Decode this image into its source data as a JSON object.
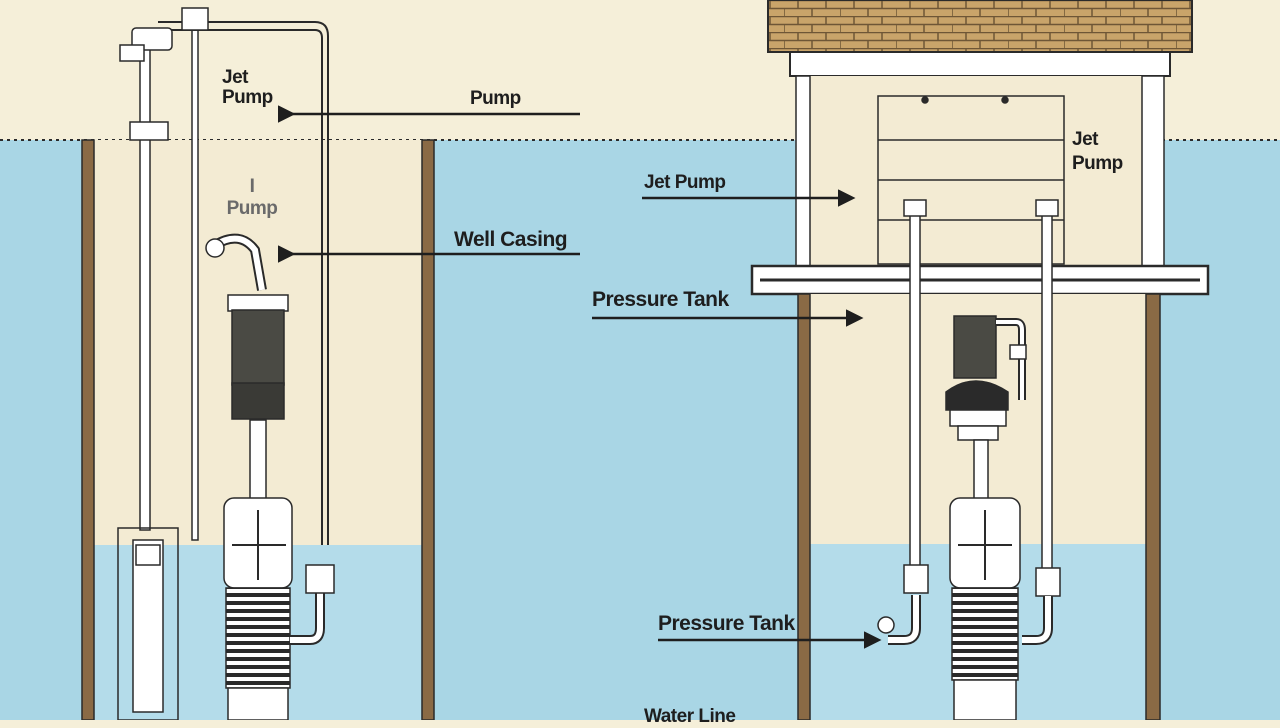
{
  "labels": {
    "left_jet_pump": "Jet\nPump",
    "left_pump_arrow": "Pump",
    "left_inner_pump": "I\nPump",
    "well_casing": "Well Casing",
    "right_jet_pump": "Jet\nPump",
    "right_jet_pump_arrow": "Jet Pump",
    "pressure_tank_upper": "Pressure Tank",
    "pressure_tank_lower": "Pressure Tank",
    "water_line": "Water Line"
  },
  "colors": {
    "sky": "#f5efd9",
    "water": "#a9d6e5",
    "water_light": "#bfe2ee",
    "casing_wood": "#8a6a45",
    "pipe": "#ffffff",
    "outline": "#2a2a2a",
    "brick": "#c9a46a",
    "brick_mortar": "#6e5636",
    "motor_dark": "#4a4a44"
  }
}
